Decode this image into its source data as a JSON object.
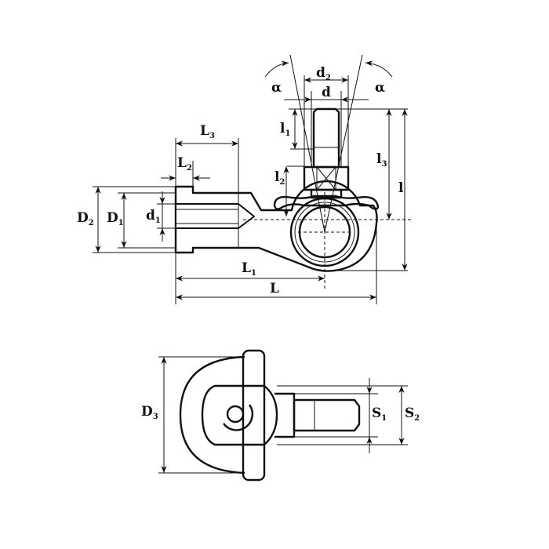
{
  "drawing": {
    "type": "ball joint (angle joint) technical drawing",
    "fill_color": "#c6e47e",
    "line_color": "#111111",
    "top_view_labels": {
      "d2": {
        "main": "d",
        "sub": "2"
      },
      "d": {
        "main": "d",
        "sub": ""
      },
      "alpha_left": "α",
      "alpha_right": "α",
      "l1": {
        "main": "l",
        "sub": "1"
      },
      "l2": {
        "main": "l",
        "sub": "2"
      },
      "l3": {
        "main": "l",
        "sub": "3"
      },
      "l": {
        "main": "l",
        "sub": ""
      },
      "L3": {
        "main": "L",
        "sub": "3"
      },
      "L2": {
        "main": "L",
        "sub": "2"
      },
      "D2": {
        "main": "D",
        "sub": "2"
      },
      "D1": {
        "main": "D",
        "sub": "1"
      },
      "d1": {
        "main": "d",
        "sub": "1"
      },
      "L1": {
        "main": "L",
        "sub": "1"
      },
      "L": {
        "main": "L",
        "sub": ""
      }
    },
    "bottom_view_labels": {
      "D3": {
        "main": "D",
        "sub": "3"
      },
      "S1": {
        "main": "S",
        "sub": "1"
      },
      "S2": {
        "main": "S",
        "sub": "2"
      }
    }
  }
}
